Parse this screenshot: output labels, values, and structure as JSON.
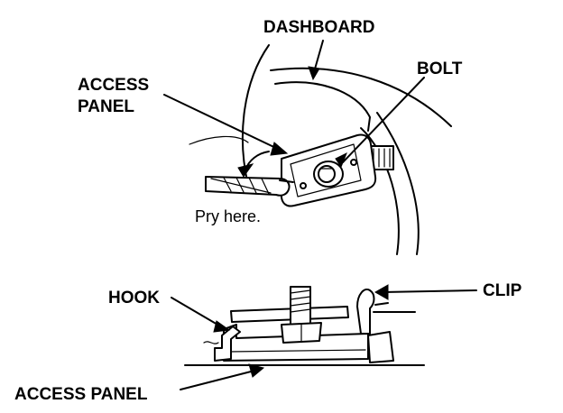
{
  "labels": {
    "dashboard": "DASHBOARD",
    "bolt": "BOLT",
    "access_panel_top_line1": "ACCESS",
    "access_panel_top_line2": "PANEL",
    "pry_here": "Pry here.",
    "hook": "HOOK",
    "clip": "CLIP",
    "access_panel_bottom": "ACCESS PANEL"
  }
}
